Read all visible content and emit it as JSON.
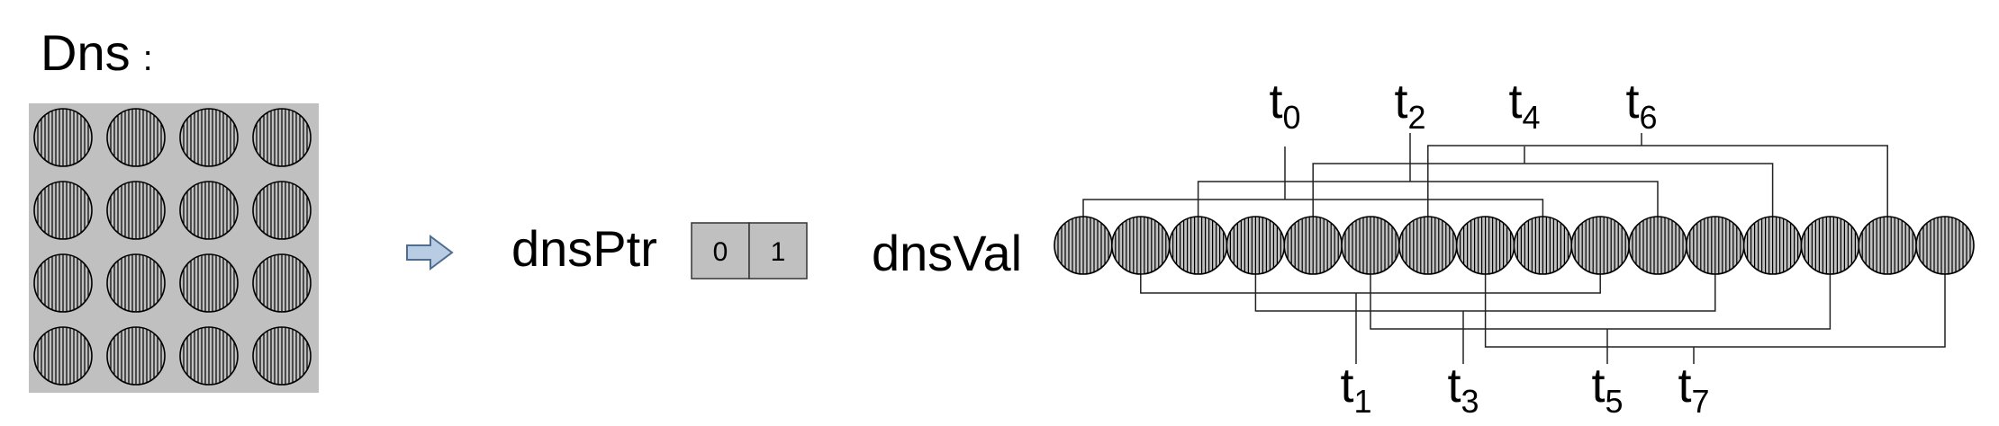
{
  "title": "Dns",
  "title_suffix": ":",
  "matrix": {
    "rows": 4,
    "cols": 4
  },
  "arrow_icon": "right-arrow-icon",
  "dns_ptr": {
    "label": "dnsPtr",
    "cells": [
      "0",
      "1"
    ]
  },
  "dns_val": {
    "label": "dnsVal",
    "count": 16
  },
  "threads_top": [
    {
      "base": "t",
      "sub": "0"
    },
    {
      "base": "t",
      "sub": "2"
    },
    {
      "base": "t",
      "sub": "4"
    },
    {
      "base": "t",
      "sub": "6"
    }
  ],
  "threads_bottom": [
    {
      "base": "t",
      "sub": "1"
    },
    {
      "base": "t",
      "sub": "3"
    },
    {
      "base": "t",
      "sub": "5"
    },
    {
      "base": "t",
      "sub": "7"
    }
  ],
  "colors": {
    "matrix_bg": "#c0c0c0",
    "circle_fill": "#c0c0c0",
    "stroke": "#000000",
    "ptr_cell": "#c0c0c0",
    "arrow_fill": "#b8cce4",
    "arrow_stroke": "#4f6d8f"
  }
}
